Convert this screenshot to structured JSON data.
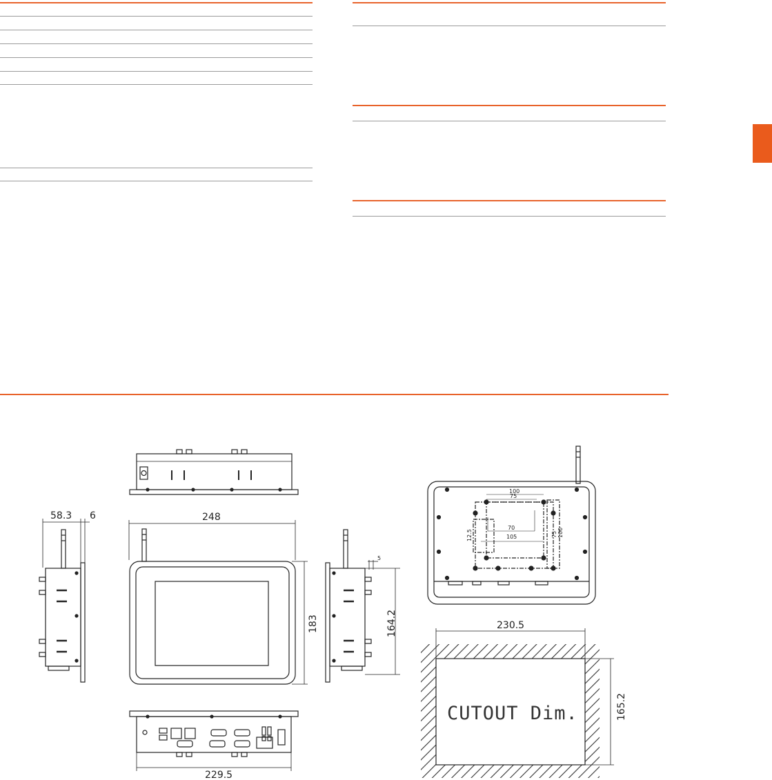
{
  "drawings": {
    "side_left": {
      "depth": "58.3",
      "flange": "6"
    },
    "front": {
      "width": "248",
      "height": "183"
    },
    "side_right": {
      "gap": "5",
      "height": "164.2"
    },
    "bottom": {
      "width": "229.5"
    },
    "rear_vesa": {
      "outer_h": "100",
      "inner_h": "75",
      "inner_w2": "70",
      "outer_w2": "105",
      "offset": "12.5",
      "v_inner": "75",
      "v_outer": "100"
    },
    "cutout": {
      "width": "230.5",
      "height": "165.2",
      "label": "CUTOUT Dim."
    }
  },
  "colors": {
    "accent": "#e8622a",
    "tab": "#ea5b1c",
    "rule_grey": "#9a9a9a"
  }
}
